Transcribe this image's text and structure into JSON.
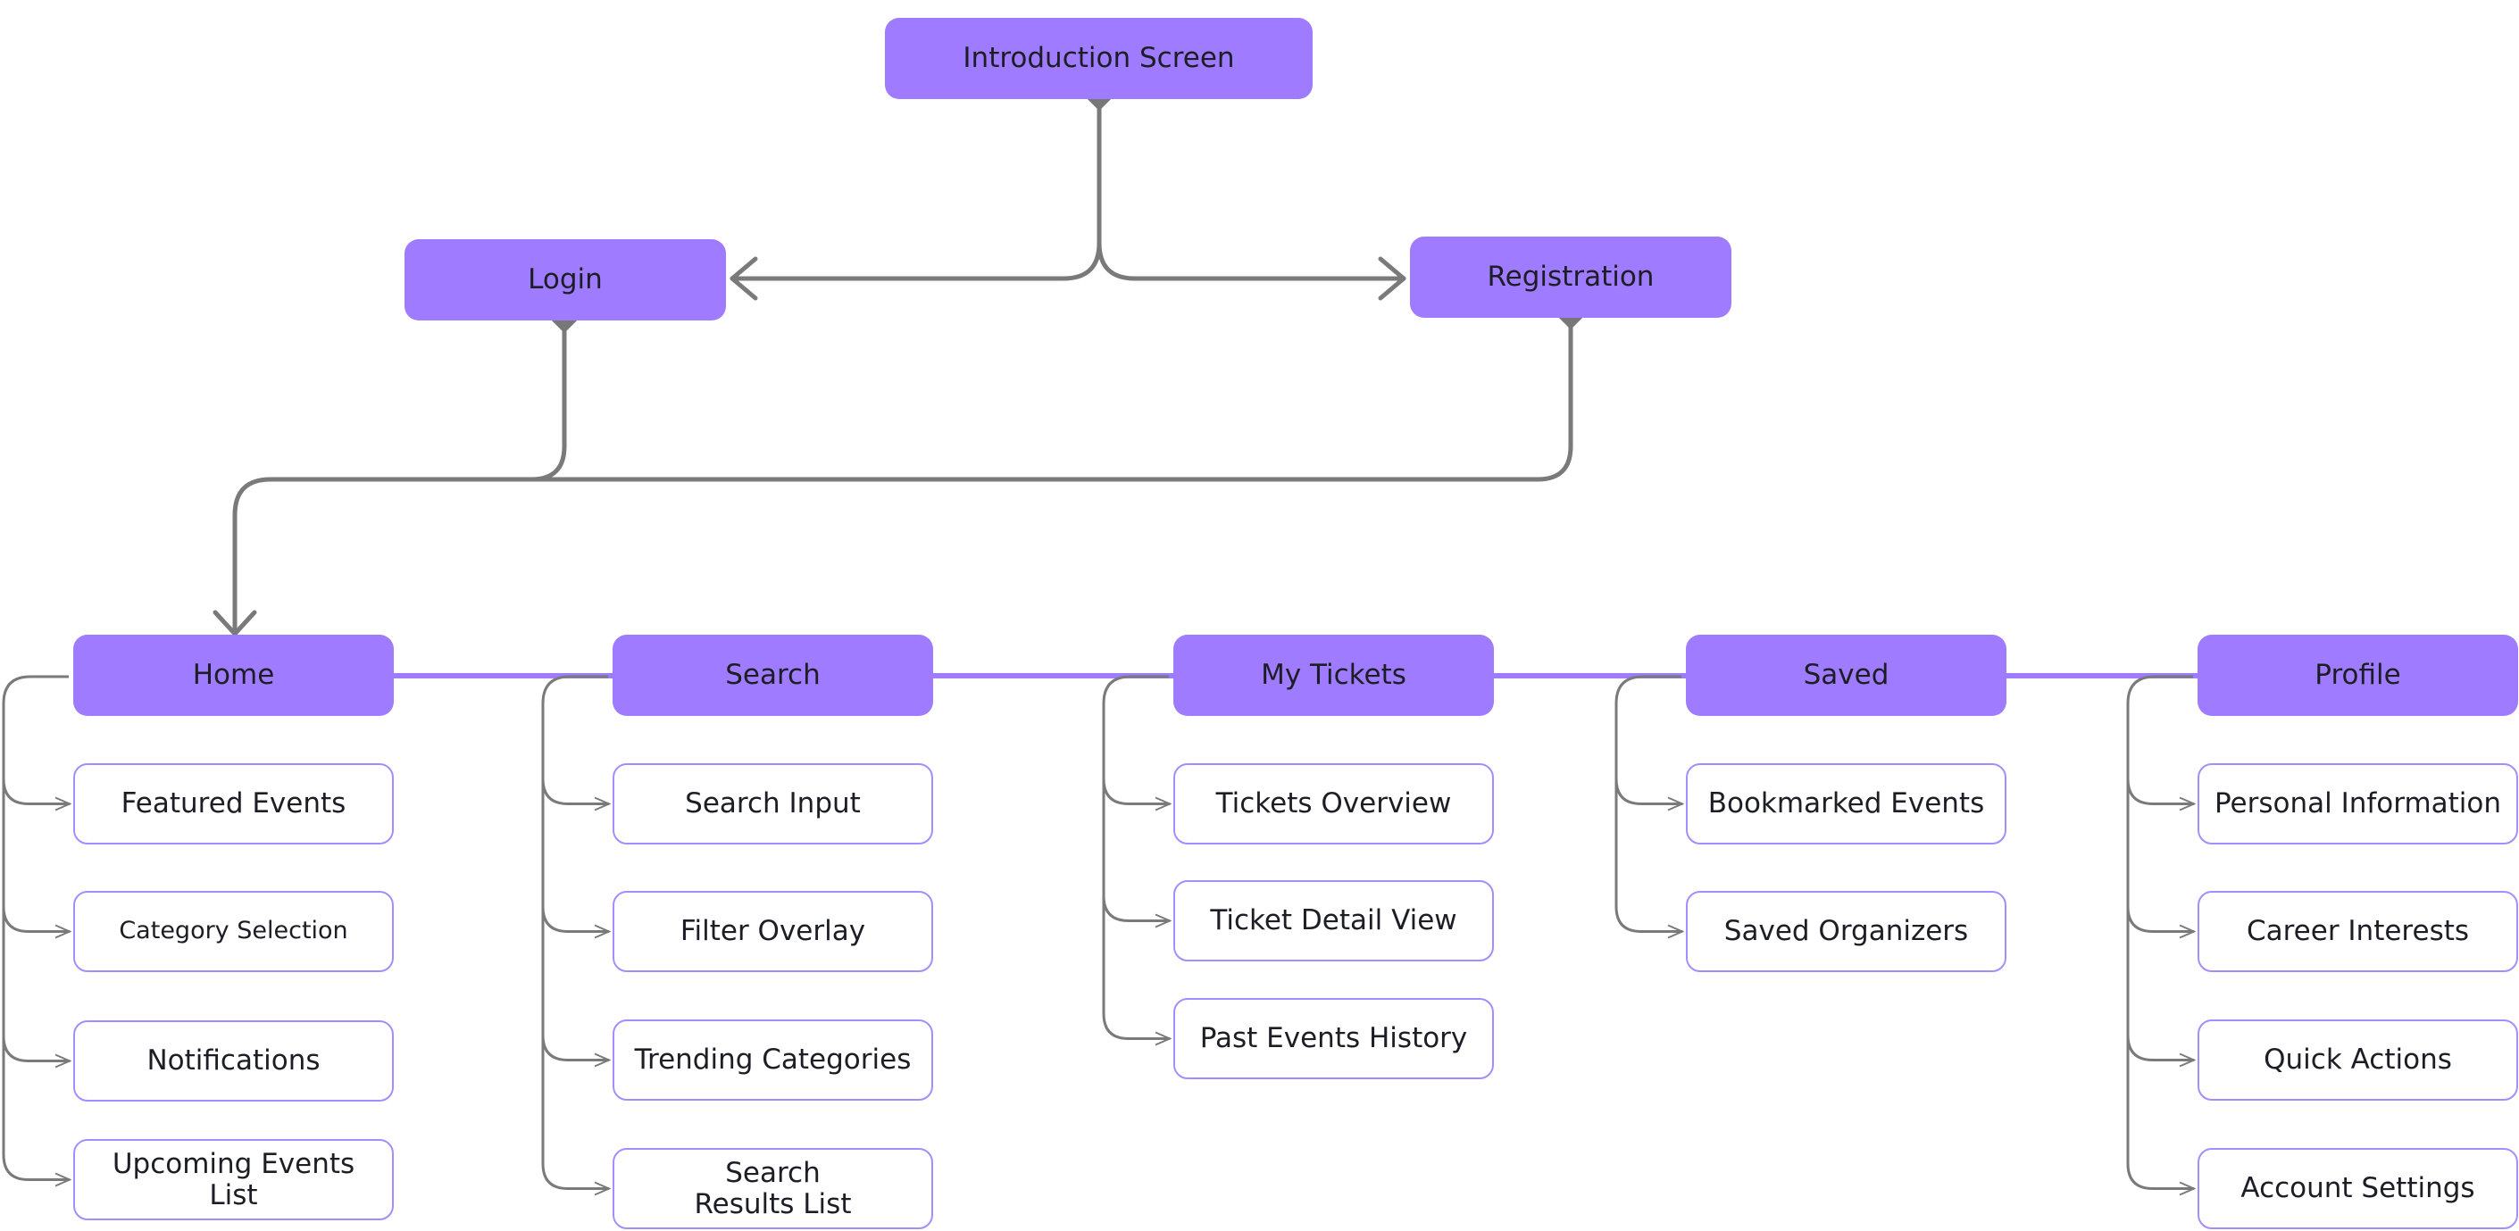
{
  "colors": {
    "primary_fill": "#9e7bff",
    "secondary_border": "#a58dff",
    "connector": "#7a7a7a"
  },
  "top": {
    "intro": "Introduction Screen",
    "login": "Login",
    "registration": "Registration"
  },
  "tabs": [
    {
      "label": "Home",
      "items": [
        "Featured Events",
        "Category Selection",
        "Notifications",
        "Upcoming Events\nList"
      ]
    },
    {
      "label": "Search",
      "items": [
        "Search Input",
        "Filter Overlay",
        "Trending Categories",
        "Search\nResults List"
      ]
    },
    {
      "label": "My Tickets",
      "items": [
        "Tickets Overview",
        "Ticket Detail View",
        "Past Events History"
      ]
    },
    {
      "label": "Saved",
      "items": [
        "Bookmarked Events",
        "Saved Organizers"
      ]
    },
    {
      "label": "Profile",
      "items": [
        "Personal Information",
        "Career Interests",
        "Quick Actions",
        "Account Settings"
      ]
    }
  ]
}
